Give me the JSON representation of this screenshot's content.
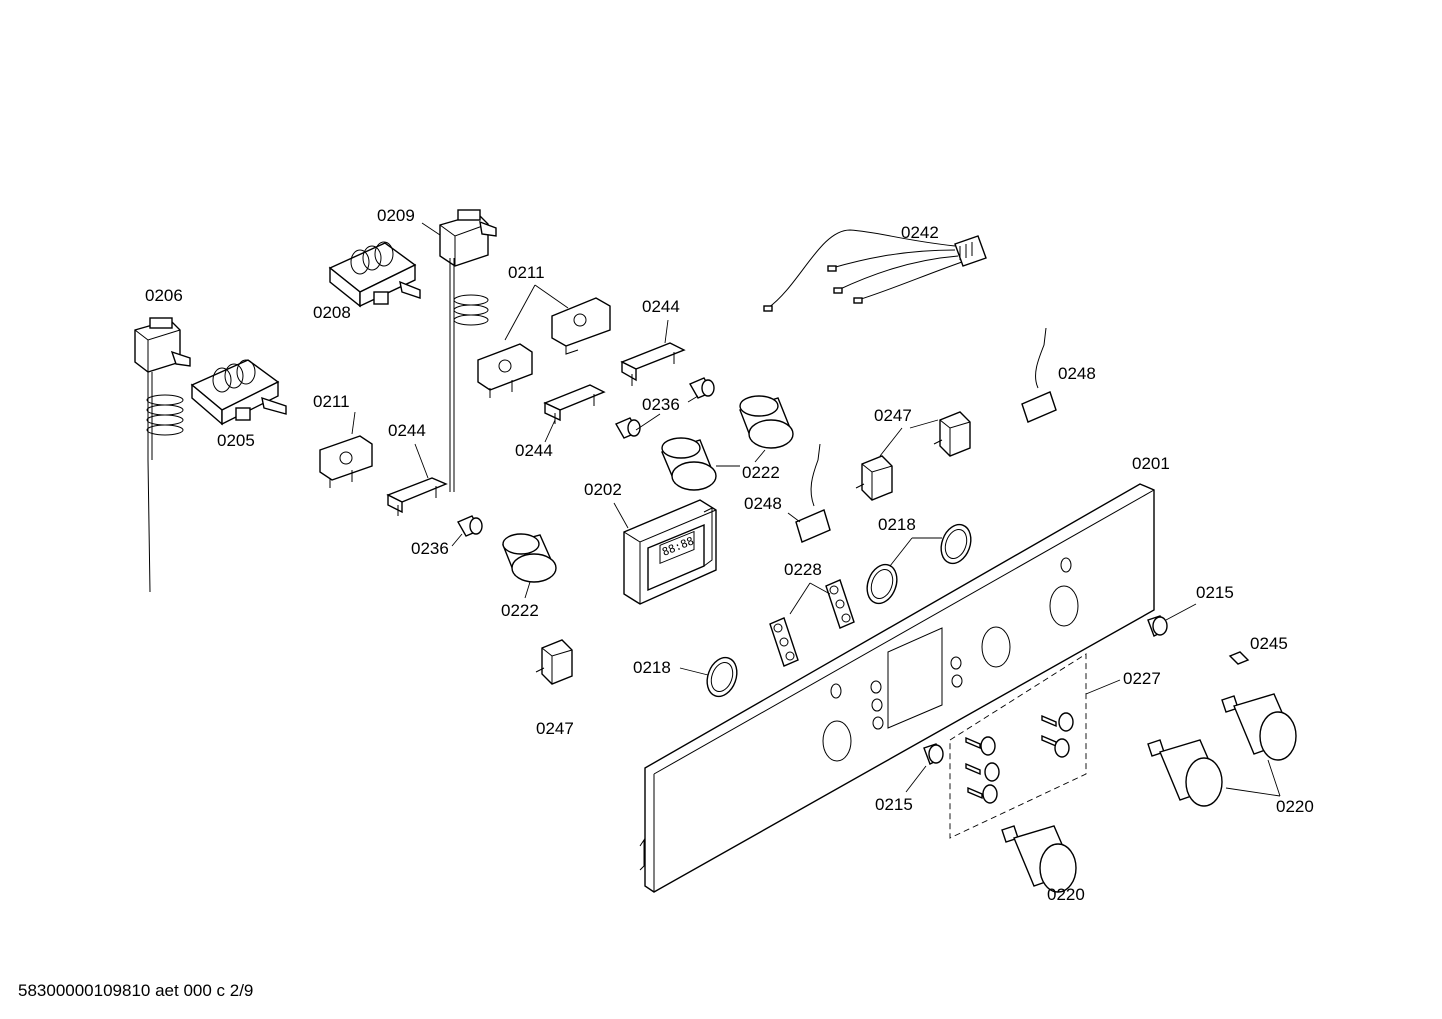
{
  "document_id": "58300000109810 aet 000 c 2/9",
  "callouts": {
    "c0201": "0201",
    "c0202": "0202",
    "c0205": "0205",
    "c0206": "0206",
    "c0208": "0208",
    "c0209": "0209",
    "c0211a": "0211",
    "c0211b": "0211",
    "c0215a": "0215",
    "c0215b": "0215",
    "c0218a": "0218",
    "c0218b": "0218",
    "c0220a": "0220",
    "c0220b": "0220",
    "c0222a": "0222",
    "c0222b": "0222",
    "c0227": "0227",
    "c0228": "0228",
    "c0236a": "0236",
    "c0236b": "0236",
    "c0242": "0242",
    "c0244a": "0244",
    "c0244b": "0244",
    "c0244c": "0244",
    "c0245": "0245",
    "c0247a": "0247",
    "c0247b": "0247",
    "c0248a": "0248",
    "c0248b": "0248"
  },
  "display_readout": "88:88"
}
